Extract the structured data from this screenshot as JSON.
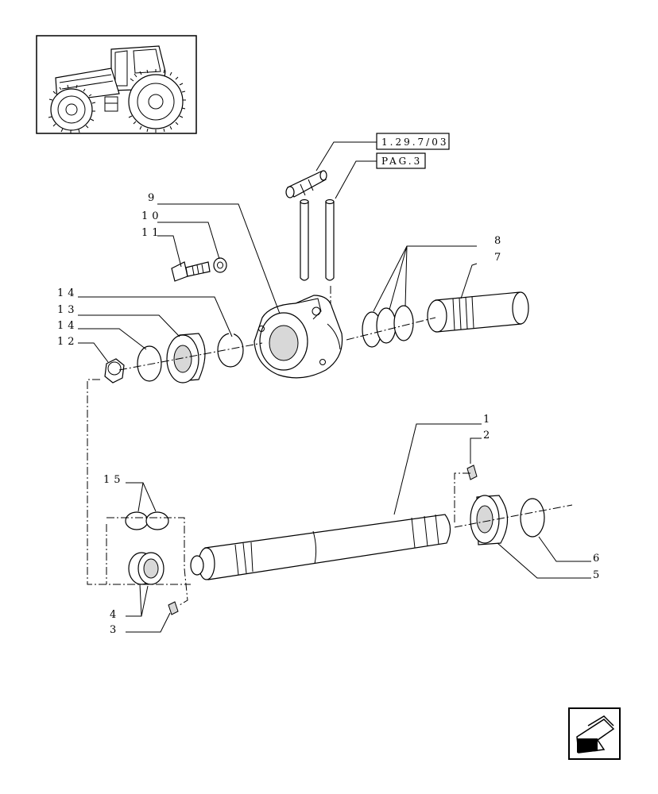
{
  "references": {
    "ref_1": "1.29.7/03",
    "ref_2": "PAG.3"
  },
  "callouts": {
    "c1": "1",
    "c2": "2",
    "c3": "3",
    "c4": "4",
    "c5": "5",
    "c6": "6",
    "c7": "7",
    "c8": "8",
    "c9": "9",
    "c10": "10",
    "c11": "11",
    "c12": "12",
    "c13": "13",
    "c14a": "14",
    "c14b": "14",
    "c15": "15"
  },
  "icons": {
    "thumbnail": "tractor-thumbnail-icon",
    "navigation": "next-page-arrow-icon"
  }
}
